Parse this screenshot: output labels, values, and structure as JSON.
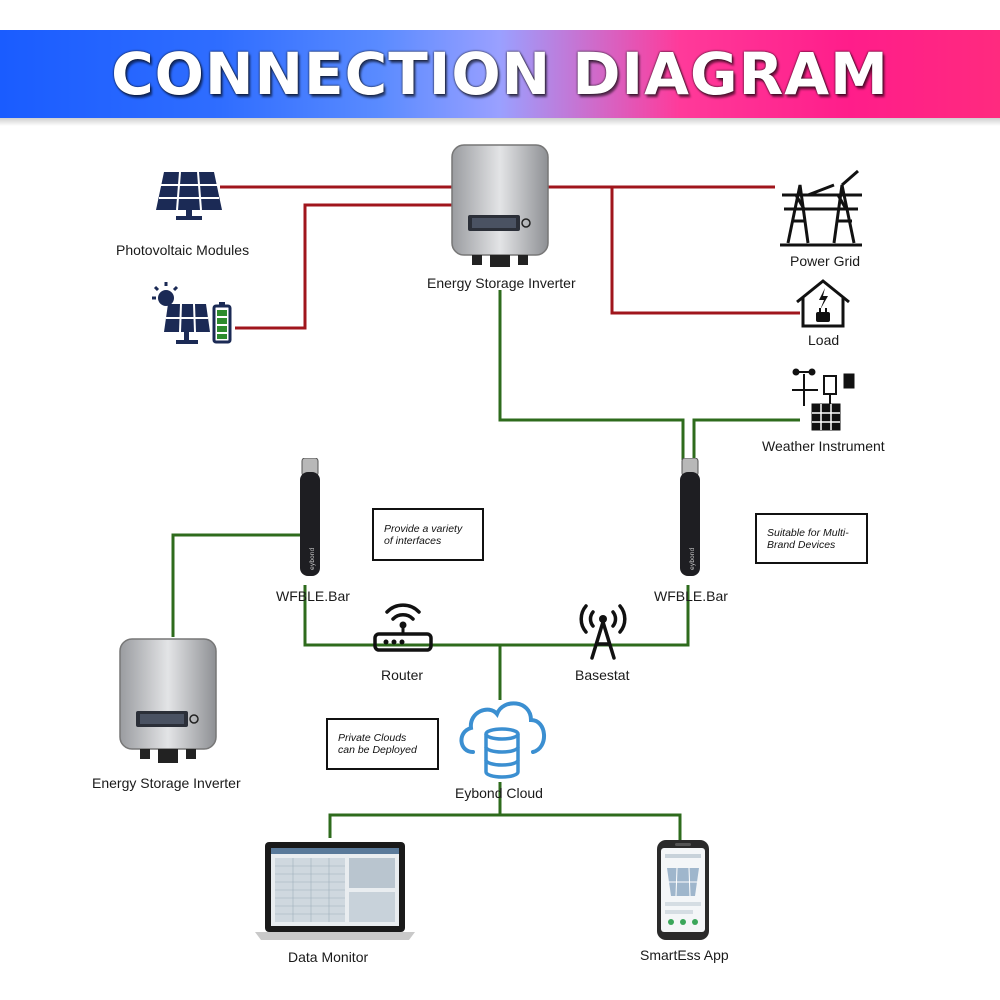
{
  "title": "CONNECTION DIAGRAM",
  "colors": {
    "power_line": "#a0161c",
    "comm_line": "#2e6b1c",
    "banner_left": "#1a5cff",
    "banner_right": "#ff1d8a"
  },
  "nodes": {
    "pv_modules": "Photovoltaic Modules",
    "inverter_main": "Energy Storage Inverter",
    "power_grid": "Power Grid",
    "load": "Load",
    "weather": "Weather Instrument",
    "wfble_left": "WFBLE.Bar",
    "wfble_right": "WFBLE.Bar",
    "router": "Router",
    "basestat": "Basestat",
    "inverter_second": "Energy Storage Inverter",
    "cloud": "Eybond Cloud",
    "data_monitor": "Data Monitor",
    "app": "SmartEss App"
  },
  "notes": {
    "interfaces": [
      "Provide a variety",
      "of interfaces"
    ],
    "multibrand": [
      "Suitable for Multi-",
      "Brand Devices"
    ],
    "private": [
      "Private Clouds",
      "can be Deployed"
    ]
  }
}
